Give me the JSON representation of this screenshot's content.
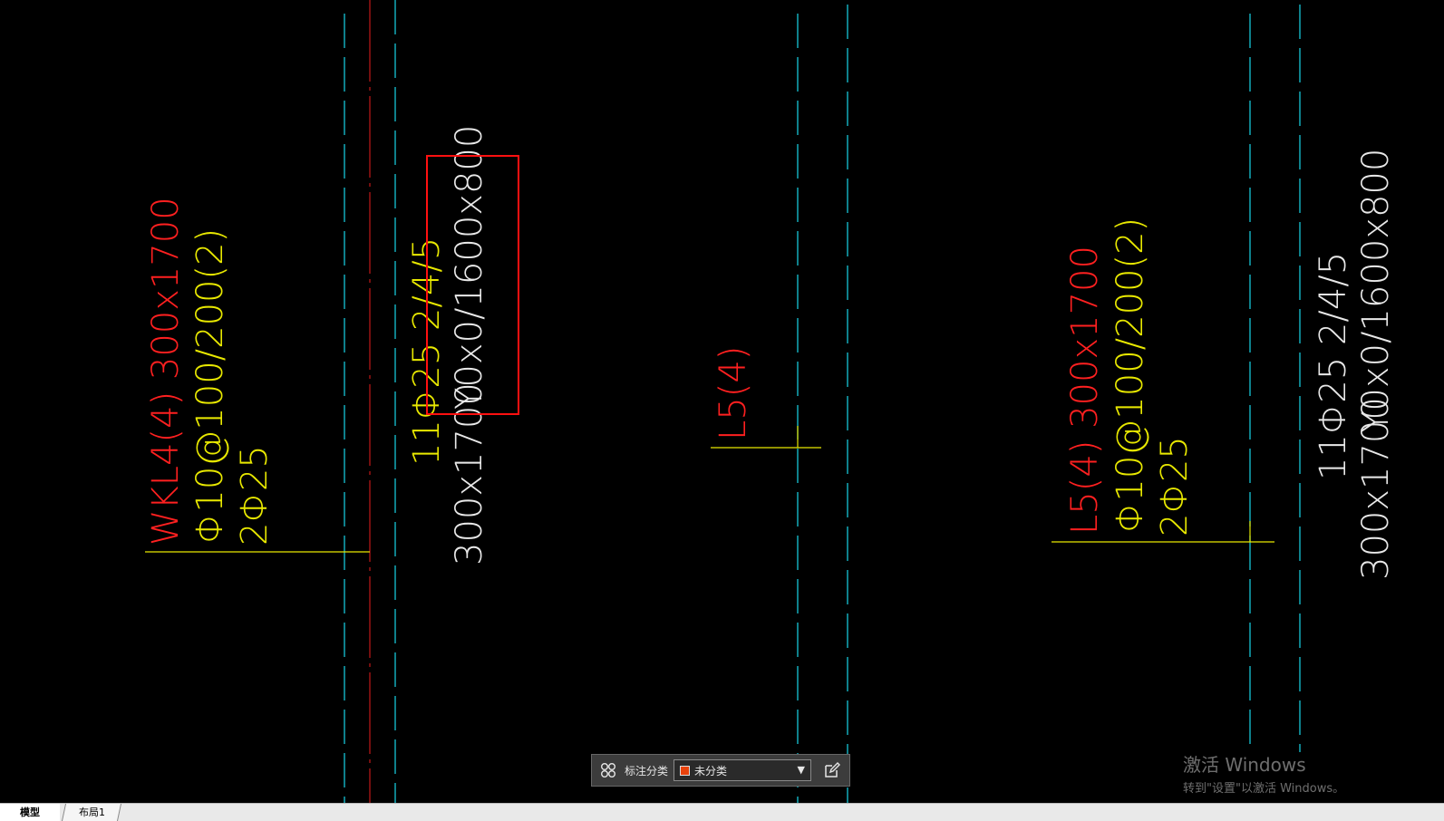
{
  "drawing": {
    "colors": {
      "background": "#000000",
      "axis_cyan": "#17c6d8",
      "axis_red": "#b31515",
      "text_red": "#ff2020",
      "text_yellow": "#e8e800",
      "text_white": "#e8e8e8",
      "highlight_box": "#ff1010"
    },
    "annotations": {
      "left_beam_name": "WKL4(4) 300x1700",
      "left_stirrup": "Φ10@100/200(2)",
      "left_top_bar": "2Φ25",
      "center_bottom_bar": "11Φ25 2/4/5",
      "center_size": "300x1700",
      "center_highlight": "Y0x0/1600x800",
      "mid_beam_name": "L5(4)",
      "right_beam_name": "L5(4) 300x1700",
      "right_stirrup": "Φ10@100/200(2)",
      "right_top_bar": "2Φ25",
      "far_bottom_bar": "11Φ25 2/4/5",
      "far_highlight": "Y0x0/1600x800",
      "far_size": "300x1700"
    }
  },
  "toolbar": {
    "icon": "grid-icon",
    "label": "标注分类",
    "select_value": "未分类",
    "select_swatch_color": "#e8420c",
    "edit_icon": "edit-icon"
  },
  "watermark": {
    "title": "激活 Windows",
    "subtitle": "转到\"设置\"以激活 Windows。"
  },
  "tabs": {
    "model": "模型",
    "layout1": "布局1"
  }
}
